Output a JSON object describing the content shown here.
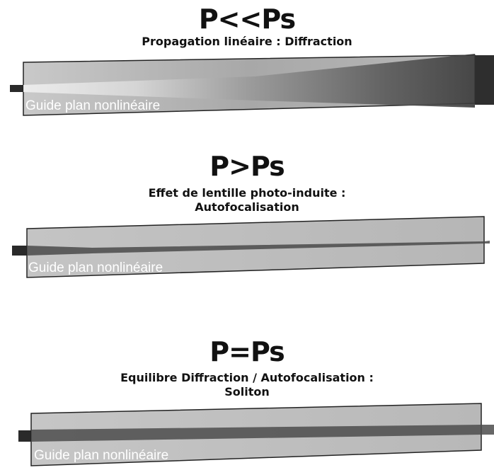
{
  "panels": [
    {
      "title": "P<<Ps",
      "subtitle_lines": [
        "Propagation linéaire : Diffraction"
      ],
      "guide_label": "Guide plan nonlinéaire"
    },
    {
      "title": "P>Ps",
      "subtitle_lines": [
        "Effet de lentille photo-induite :",
        "Autofocalisation"
      ],
      "guide_label": "Guide plan nonlinéaire"
    },
    {
      "title": "P=Ps",
      "subtitle_lines": [
        "Equilibre Diffraction / Autofocalisation :",
        "Soliton"
      ],
      "guide_label": "Guide plan nonlinéaire"
    }
  ]
}
